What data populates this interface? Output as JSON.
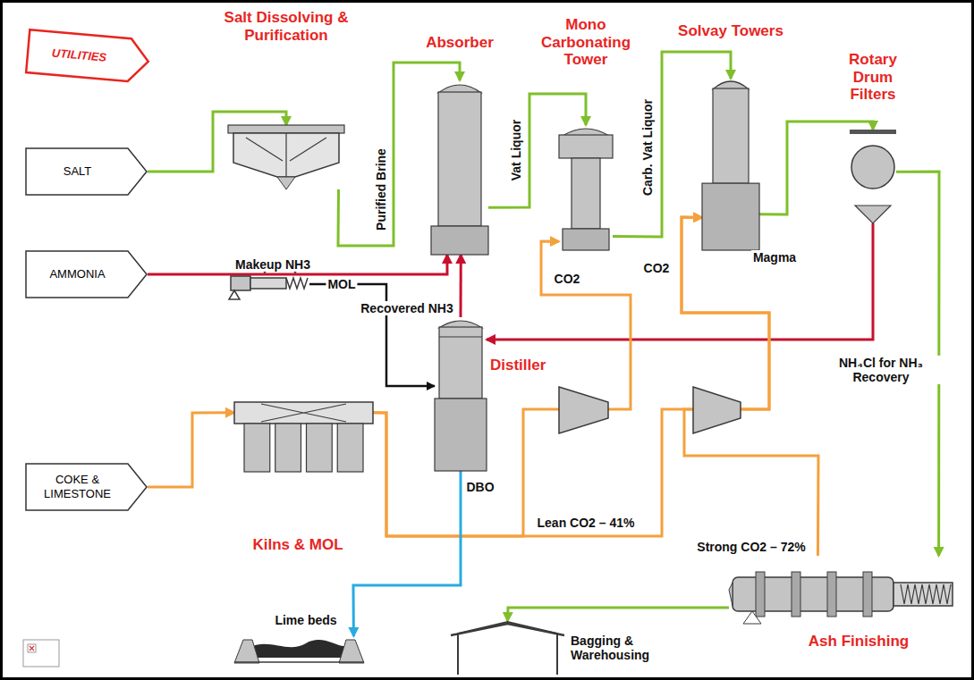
{
  "diagram": {
    "nodes": [
      {
        "text": [
          "UTILITIES"
        ]
      },
      {
        "text": [
          "Salt Dissolving & Purification"
        ]
      },
      {
        "text": [
          "Absorber"
        ]
      },
      {
        "text": [
          "Mono Carbonating Tower"
        ]
      },
      {
        "text": [
          "Solvay Towers"
        ]
      },
      {
        "text": [
          "Rotary Drum Filters"
        ]
      },
      {
        "text": [
          "SALT"
        ]
      },
      {
        "text": [
          "AMMONIA"
        ]
      },
      {
        "text": [
          "Distiller"
        ]
      },
      {
        "text": [
          "COKE & LIMESTONE"
        ]
      },
      {
        "text": [
          "Kilns & MOL"
        ]
      },
      {
        "text": [
          "Lime beds"
        ]
      },
      {
        "text": [
          "Bagging & Warehousing"
        ]
      },
      {
        "text": [
          "Ash Finishing"
        ]
      }
    ],
    "edges": [
      {
        "from": 6,
        "to": 1,
        "arrow": "to"
      },
      {
        "from": 1,
        "to": 2,
        "label": "Purified Brine",
        "arrow": "to"
      },
      {
        "from": 2,
        "to": 3,
        "label": "Vat Liquor",
        "arrow": "to"
      },
      {
        "from": 3,
        "to": 4,
        "label": "Carb. Vat Liquor",
        "arrow": "to"
      },
      {
        "from": 4,
        "to": 5,
        "label": "Magma",
        "arrow": "to"
      },
      {
        "from": 5,
        "to": 8,
        "label": "NH₄Cl for NH₃ Recovery",
        "arrow": "to"
      },
      {
        "from": 5,
        "to": 13,
        "arrow": "to"
      },
      {
        "from": 13,
        "to": 12,
        "arrow": "to"
      },
      {
        "from": 7,
        "to": 2,
        "label": "Makeup NH3",
        "arrow": "to"
      },
      {
        "from": 8,
        "to": 2,
        "label": "Recovered NH3",
        "arrow": "to"
      },
      {
        "from": 9,
        "to": 10,
        "arrow": "to"
      },
      {
        "from": 10,
        "to": 3,
        "label": "CO2",
        "arrow": "to"
      },
      {
        "from": 10,
        "to": 4,
        "label": "CO2",
        "arrow": "to"
      },
      {
        "from": 13,
        "to": 4,
        "label": "Strong CO2 – 72%",
        "arrow": "to"
      },
      {
        "from": 8,
        "to": 11,
        "label": "DBO",
        "arrow": "to"
      }
    ],
    "labels": [
      "Lean CO2 – 41%",
      "MOL"
    ]
  }
}
